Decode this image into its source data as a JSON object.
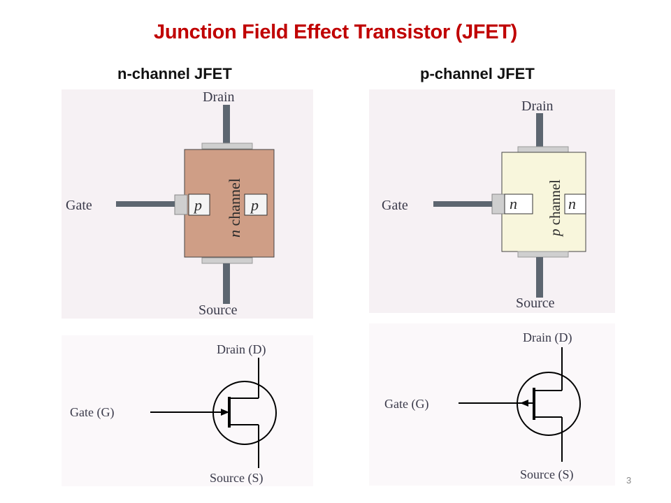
{
  "slide": {
    "title": "Junction Field Effect Transistor (JFET)",
    "number": "3"
  },
  "n_channel": {
    "heading": "n-channel JFET",
    "structure": {
      "drain_label": "Drain",
      "gate_label": "Gate",
      "source_label": "Source",
      "channel_label": "n channel",
      "channel_letter": "n",
      "channel_word": "channel",
      "gate_region_left": "p",
      "gate_region_right": "p",
      "body_color": "#cf9e86"
    },
    "symbol": {
      "drain_label": "Drain (D)",
      "gate_label": "Gate (G)",
      "source_label": "Source (S)",
      "arrow_direction": "inward"
    }
  },
  "p_channel": {
    "heading": "p-channel JFET",
    "structure": {
      "drain_label": "Drain",
      "gate_label": "Gate",
      "source_label": "Source",
      "channel_label": "p channel",
      "channel_letter": "p",
      "channel_word": "channel",
      "gate_region_left": "n",
      "gate_region_right": "n",
      "body_color": "#f8f6dc"
    },
    "symbol": {
      "drain_label": "Drain (D)",
      "gate_label": "Gate (G)",
      "source_label": "Source (S)",
      "arrow_direction": "outward"
    }
  },
  "colors": {
    "title": "#c00000",
    "lead": "#5d6670",
    "contact": "#cfcfcf",
    "symbol_line": "#000000"
  }
}
